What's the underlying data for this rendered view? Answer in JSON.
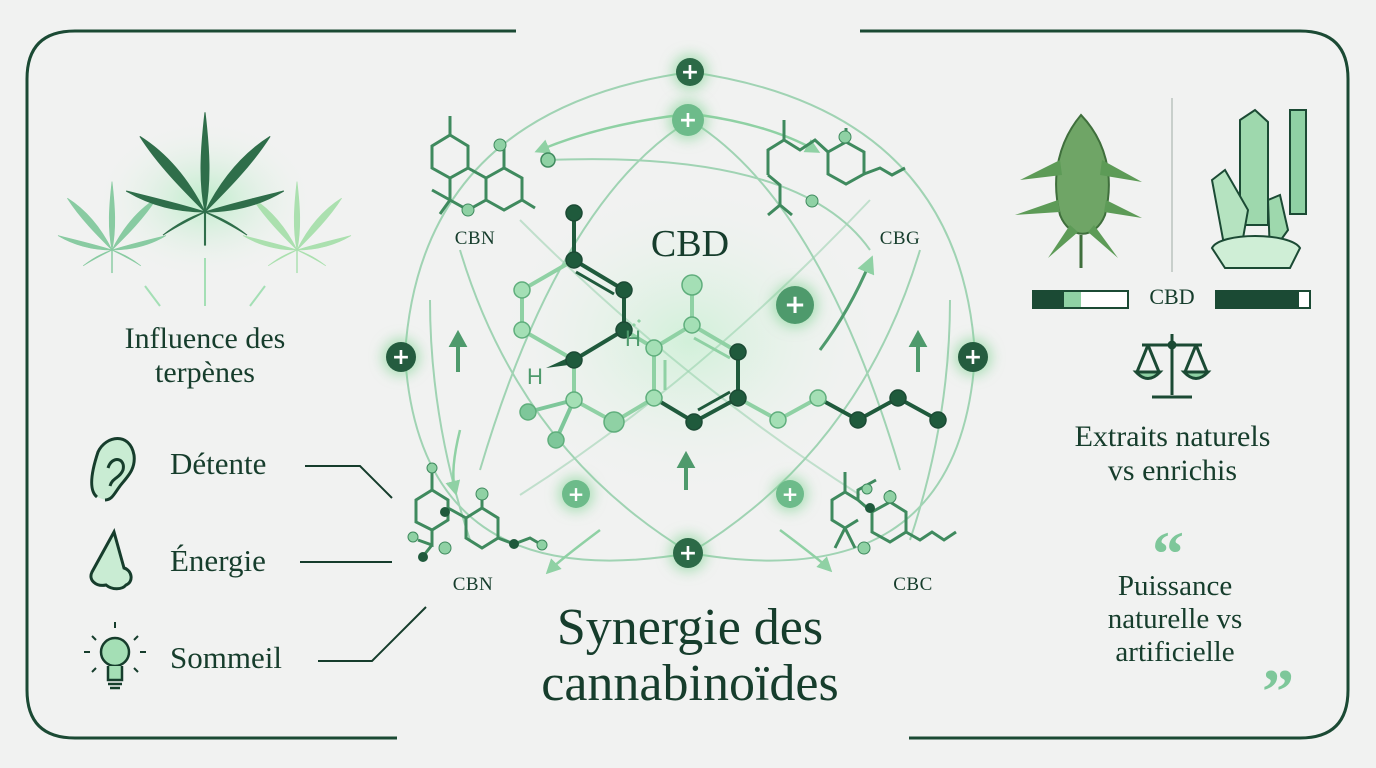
{
  "colors": {
    "background": "#f1f2f1",
    "dark_green": "#163d2c",
    "mid_green": "#3f8a5e",
    "light_green": "#8fd1a4",
    "frame": "#1b4a34",
    "quote_green": "#7ec79a"
  },
  "left_panel": {
    "title_line1": "Influence des",
    "title_line2": "terpènes",
    "leaf_icons": [
      "cannabis-leaf-left",
      "cannabis-leaf-center",
      "cannabis-leaf-right"
    ],
    "benefits": [
      {
        "label": "Détente",
        "icon": "ear-icon"
      },
      {
        "label": "Énergie",
        "icon": "nose-icon"
      },
      {
        "label": "Sommeil",
        "icon": "lightbulb-icon"
      }
    ]
  },
  "center": {
    "molecules": {
      "top_left": "CBN",
      "top_right": "CBG",
      "bottom_left": "CBN",
      "bottom_right": "CBC",
      "center": "CBD"
    },
    "hydrogen_labels": [
      "H",
      "H"
    ],
    "plus_symbol": "+",
    "title_line1": "Synergie des",
    "title_line2": "cannabinoïdes"
  },
  "right_panel": {
    "comparison_label": "CBD",
    "natural_icon": "cannabis-bud-icon",
    "enriched_icon": "crystal-icon",
    "natural_bar": {
      "dark_pct": 32,
      "light_pct": 18
    },
    "enriched_bar": {
      "dark_pct": 88
    },
    "scale_icon": "balance-scale-icon",
    "title_line1": "Extraits naturels",
    "title_line2": "vs enrichis",
    "quote_open": "“",
    "quote_close": "”",
    "quote_line1": "Puissance",
    "quote_line2": "naturelle vs",
    "quote_line3": "artificielle"
  }
}
